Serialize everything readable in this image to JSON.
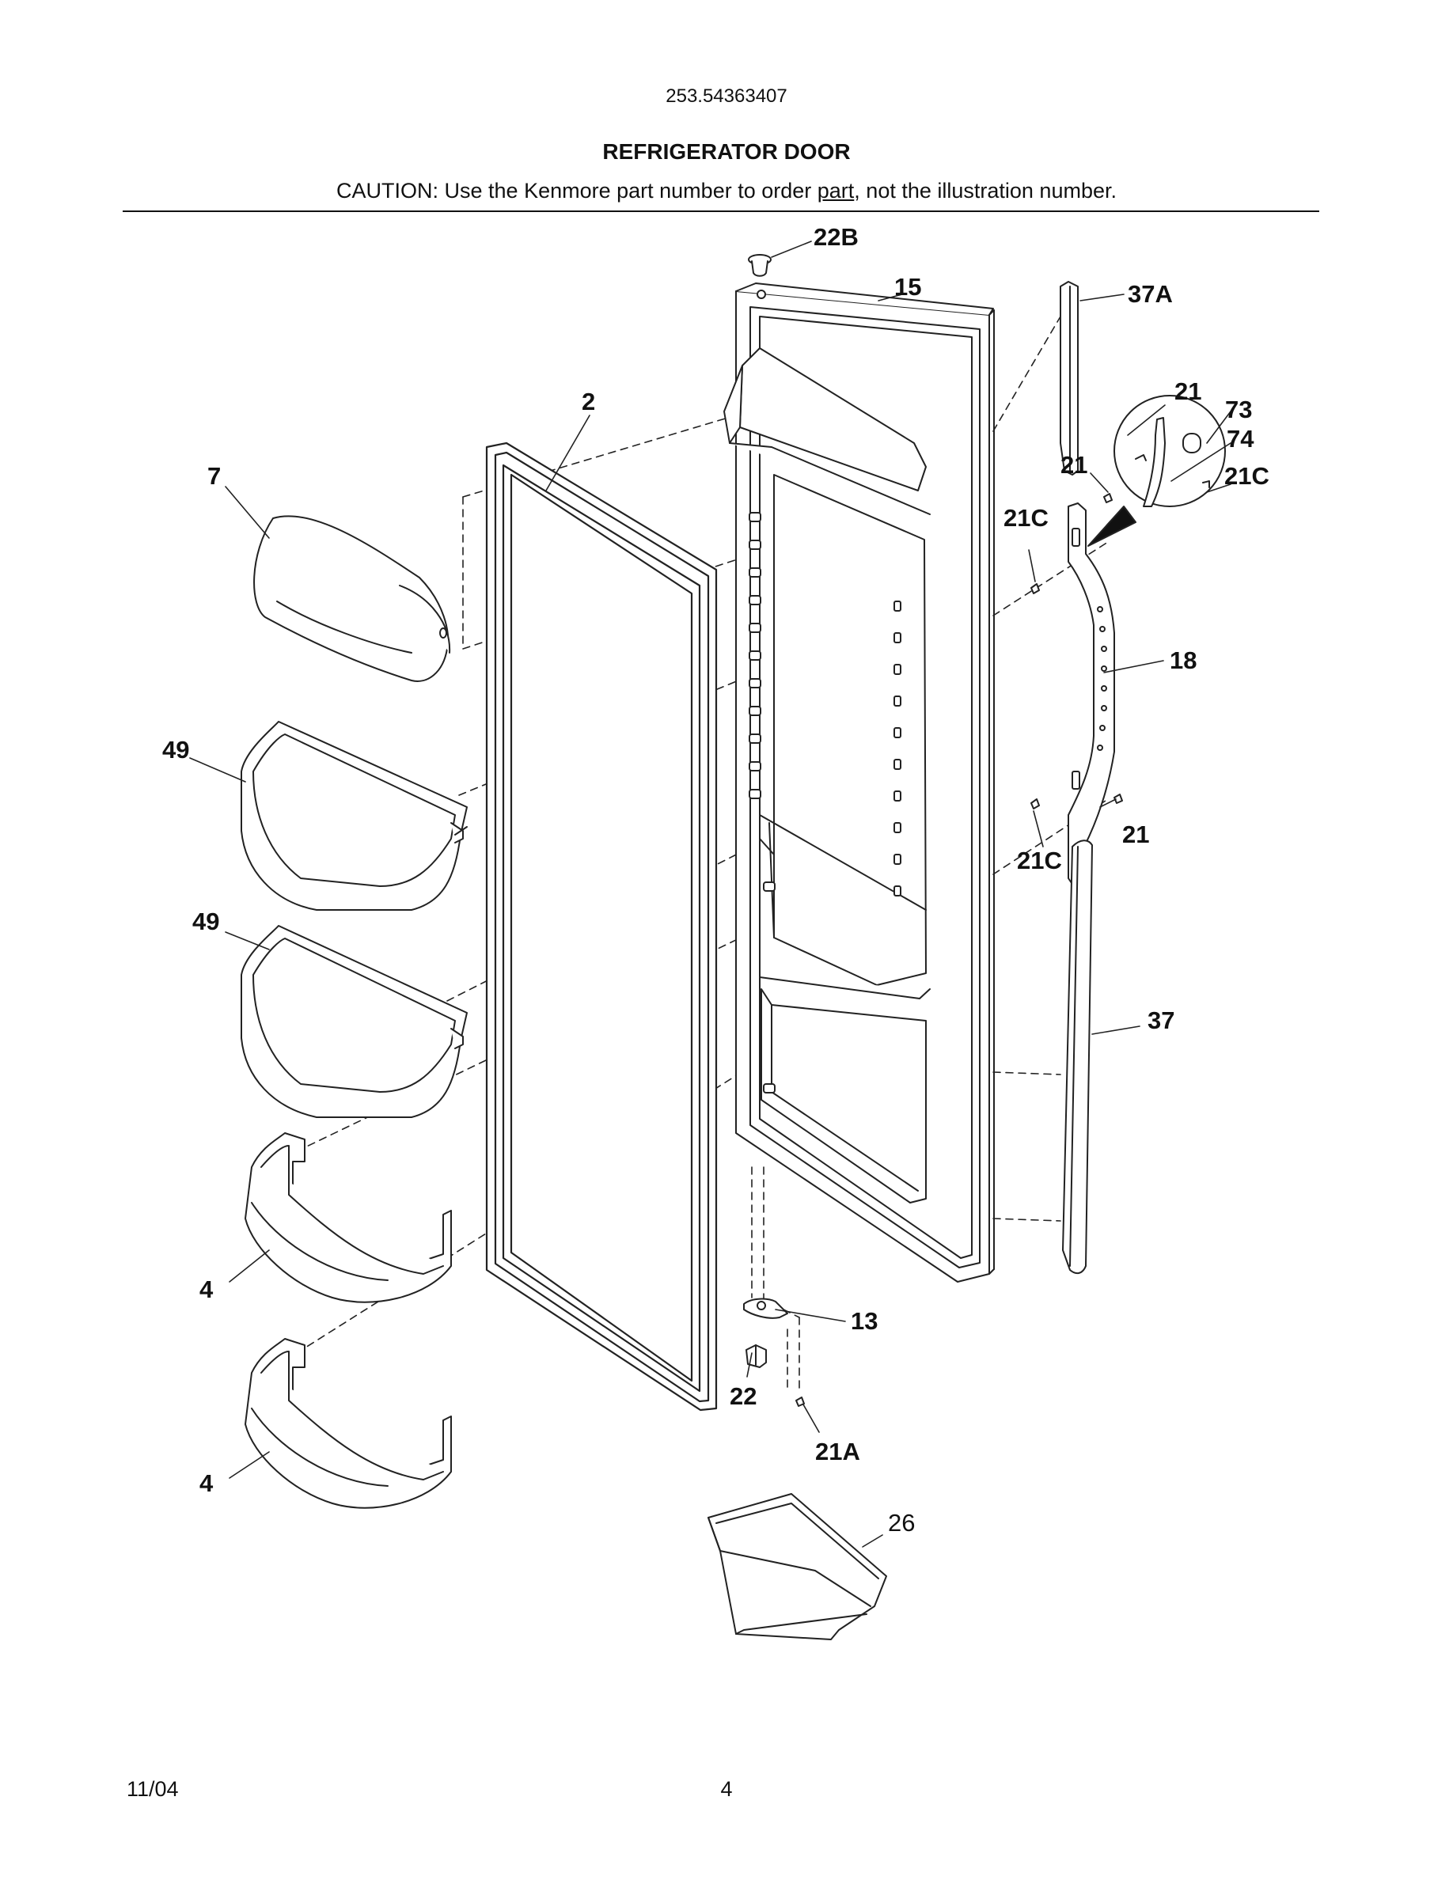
{
  "header": {
    "model_number": "253.54363407",
    "title": "REFRIGERATOR DOOR",
    "caution_prefix": "CAUTION: Use the Kenmore part number to order ",
    "caution_underlined": "part",
    "caution_suffix": ", not the illustration number."
  },
  "callouts": {
    "c22B": "22B",
    "c15": "15",
    "c37A": "37A",
    "c21_top_circle": "21",
    "c73": "73",
    "c74": "74",
    "c21_left_circle": "21",
    "c21C_circle": "21C",
    "c2": "2",
    "c7": "7",
    "c21C_upper": "21C",
    "c18": "18",
    "c49_top": "49",
    "c21_lower": "21",
    "c21C_lower": "21C",
    "c49_bottom": "49",
    "c37": "37",
    "c4_top": "4",
    "c13": "13",
    "c22": "22",
    "c21A": "21A",
    "c4_bottom": "4",
    "c26": "26"
  },
  "footer": {
    "date": "11/04",
    "page": "4"
  }
}
